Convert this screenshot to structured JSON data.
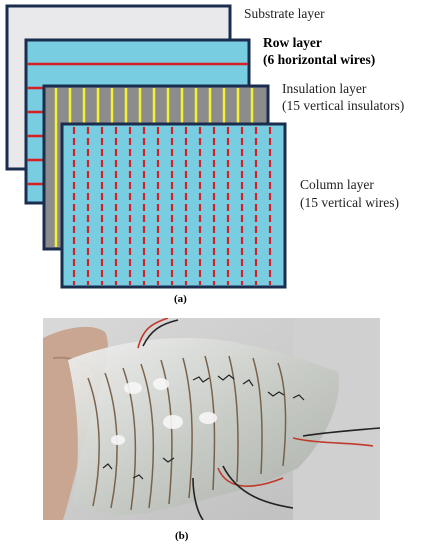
{
  "figure": {
    "labels": {
      "substrate": "Substrate layer",
      "row_line1": "Row layer",
      "row_line2": "(6 horizontal wires)",
      "insulation_line1": "Insulation layer",
      "insulation_line2": "(15 vertical insulators)",
      "column_line1": "Column layer",
      "column_line2": "(15 vertical wires)"
    },
    "counts": {
      "row_wires": 6,
      "insulators": 15,
      "column_wires": 15
    },
    "colors": {
      "substrate_fill": "#e9e9eb",
      "row_fill": "#79cde0",
      "insulation_fill": "#8c8c8c",
      "column_fill": "#79cde0",
      "border": "#1b2d4f",
      "wire": "#d61f26",
      "insulator": "#f4f032"
    },
    "caption_a": "(a)",
    "caption_b": "(b)"
  }
}
